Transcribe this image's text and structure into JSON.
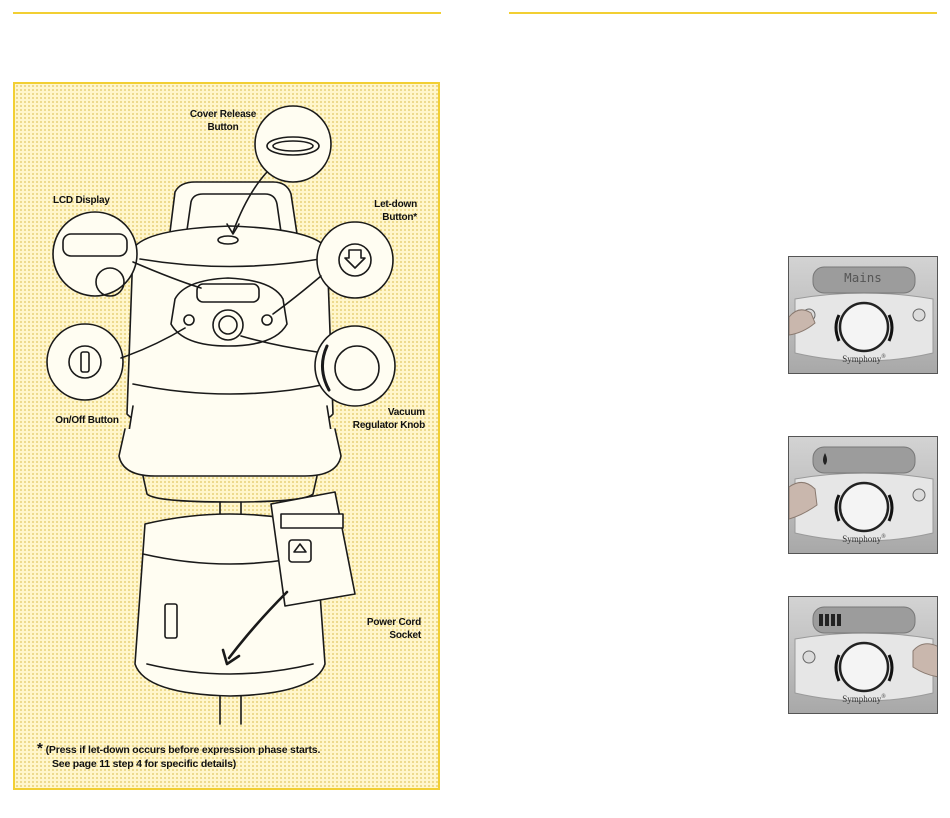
{
  "diagram": {
    "labels": {
      "cover_release": "Cover Release Button",
      "lcd_display": "LCD Display",
      "letdown": "Let-down Button*",
      "on_off": "On/Off Button",
      "vacuum": "Vacuum Regulator Knob",
      "power_cord": "Power Cord Socket"
    },
    "footnote": {
      "star": "*",
      "line1": "(Press if let-down occurs before expression phase starts.",
      "line2": "See page 11 step 4 for specific details)"
    }
  },
  "photos": [
    {
      "lcd_text": "Mains",
      "brand": "Symphony"
    },
    {
      "lcd_text": "",
      "brand": "Symphony"
    },
    {
      "lcd_text": "",
      "brand": "Symphony"
    }
  ],
  "colors": {
    "accent_yellow": "#f2cf33",
    "panel_background": "#fff6cc"
  }
}
